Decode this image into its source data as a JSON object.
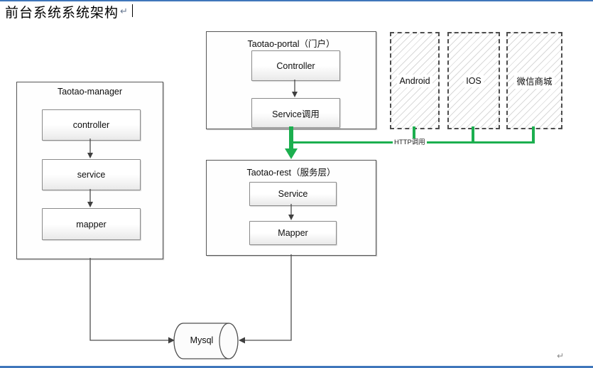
{
  "header": {
    "title": "前台系统系统架构",
    "paragraph_mark": "↵"
  },
  "manager": {
    "title": "Taotao-manager",
    "items": [
      "controller",
      "service",
      "mapper"
    ]
  },
  "portal": {
    "title": "Taotao-portal（门户）",
    "items": [
      "Controller",
      "Service调用"
    ]
  },
  "clients": [
    "Android",
    "IOS",
    "微信商城"
  ],
  "connector": {
    "http_label": "HTTP调用"
  },
  "rest": {
    "title": "Taotao-rest（服务层）",
    "items": [
      "Service",
      "Mapper"
    ]
  },
  "database": {
    "label": "Mysql"
  },
  "footer": {
    "paragraph_mark": "↵"
  },
  "colors": {
    "green_connector": "#1caf4f",
    "blue_edge": "#3f76bb",
    "box_border": "#565656",
    "inner_border": "#8a8a8a",
    "arrow": "#3f3f3f"
  }
}
